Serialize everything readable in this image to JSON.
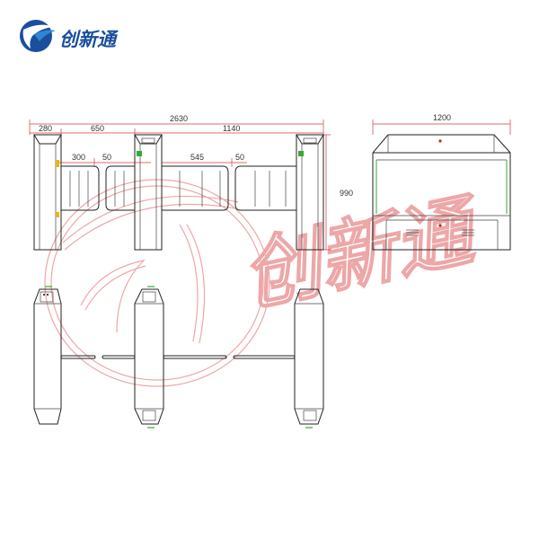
{
  "brand": {
    "name": "创新通",
    "colors": {
      "primary": "#1a4f9c",
      "accent": "#2e86d4"
    }
  },
  "dimensions": {
    "overall_width": "2630",
    "left_post": "280",
    "left_span": "650",
    "right_span": "1140",
    "left_wing": "300",
    "left_gap": "50",
    "right_wing": "545",
    "right_gap": "50",
    "height": "990",
    "depth": "1200"
  },
  "watermark": {
    "text": "创新通",
    "color": "#e06060"
  }
}
